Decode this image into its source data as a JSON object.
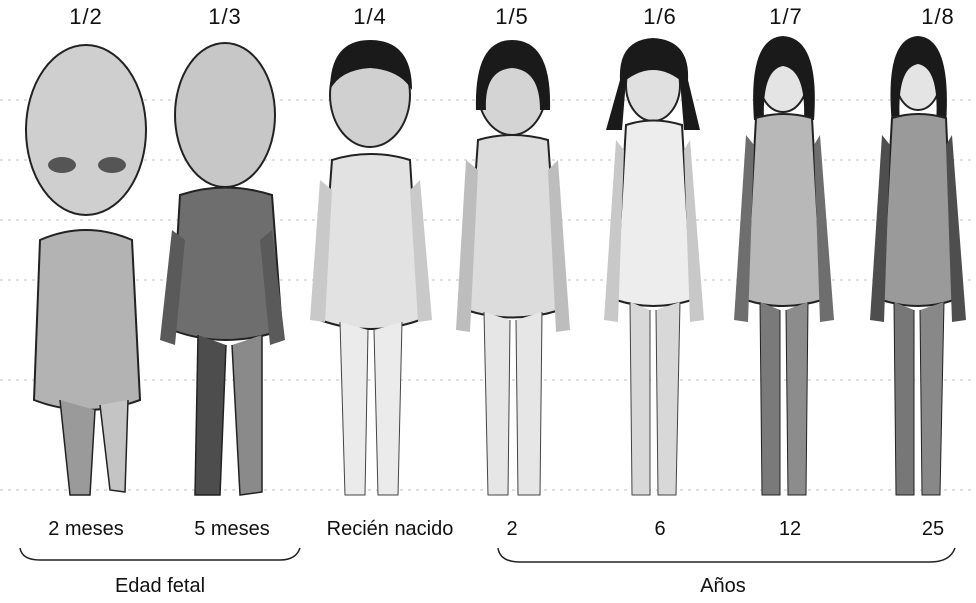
{
  "figures": [
    {
      "ratio": "1/2",
      "age": "2 meses"
    },
    {
      "ratio": "1/3",
      "age": "5 meses"
    },
    {
      "ratio": "1/4",
      "age": "Recién nacido"
    },
    {
      "ratio": "1/5",
      "age": "2"
    },
    {
      "ratio": "1/6",
      "age": "6"
    },
    {
      "ratio": "1/7",
      "age": "12"
    },
    {
      "ratio": "1/8",
      "age": "25"
    }
  ],
  "groups": {
    "fetal": "Edad fetal",
    "years": "Años"
  },
  "ink_color": "#111111",
  "body_tone": "#bdbdbd",
  "hair_color": "#1a1a1a"
}
